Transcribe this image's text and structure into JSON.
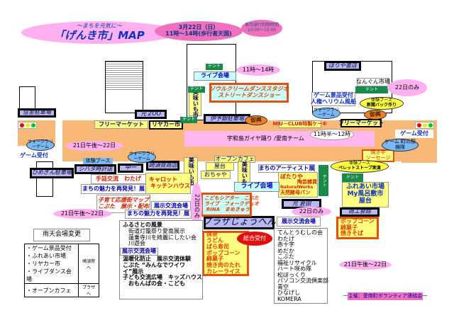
{
  "header": {
    "subtitle": "～まちを元気に～",
    "title": "「げんき市」MAP",
    "date": "3月22日（日）",
    "hours": "11時～14時(歩行者天国)",
    "restrict_label": "車両通行制限時間",
    "restrict_hours": "10:00～15:00"
  },
  "buildings": {
    "shinkin": "信金駐車場",
    "zoo": "元 ZOO",
    "iyogin": "伊予銀駐車場",
    "horiya": "ほりや書店",
    "himegin": "ひめぎん駐車場",
    "shibata": "シバタ時計店",
    "nakaichi": "中一",
    "sakisuga": "崎須賀商店",
    "kurata": "元 倉田",
    "shoko": "商工会館",
    "plaza": "プラザじょうへん"
  },
  "stalls": {
    "flea1": "フリーマーケット",
    "riyaka": "リヤカー市",
    "flea2": "フリーマーケット",
    "hiu": "HIU－CLUB特製ケーキ",
    "cafe": "オープンカフェ",
    "yatai": "屋台",
    "ochaya": "おちゃや",
    "umai": "美味いも市",
    "artist": "まちのアーティスト展",
    "botariya": "ぼたりや",
    "tougei": "陶芸雑貨",
    "natural": "NaturalWorks",
    "tennen": "天然酵母パン",
    "fureai1": "ふれあい市場",
    "fureai2": "My風呂敷市",
    "fureai3": "屋台",
    "carrot1": "キャロット",
    "carrot2": "キッチンハウス",
    "game_horiya1": "ゲーム景品受付",
    "game_horiya2": "人権ヘリウム風船",
    "nangun": "なんぐん市場",
    "live1": "ライブ会場",
    "live2": "ライブ会場",
    "soul1": "ソウルクリームダンススタジオ",
    "soul2": "ストリートダンスショー",
    "kodomo1": "こどもシアター　こぶた",
    "kodomo2": "ライブ　フォークデュオ",
    "kodomo3": "RINA　まめきゅう",
    "yakiimo1": "焼き芋",
    "yakiimo2": "ソーセージ",
    "popcorn": [
      "ポップコーン",
      "綿菓子",
      "焼きそば"
    ],
    "food": [
      "抹茶",
      "うどん",
      "ばら寿司",
      "ポップコーン",
      "綿菓子",
      "焼き肉のたれ",
      "カレーライス"
    ],
    "shuwa": "手話交流　わたげ",
    "miryoku1": "まちの魅力を再発見！展",
    "kosodate1": "子育て応援街マップ",
    "kosodate2": "こぶた　展示・配布",
    "tenji1": "展示交流会場",
    "miryoku2": "まちの魅力を再発見！展",
    "tenji2": "展示交流会場",
    "tenji3": "展示交流会場",
    "game_left": "ゲーム受付",
    "game_right": "ゲーム受付",
    "walk": "ウォークラリーゲーム",
    "tanken": "ゲーム 町の探検隊",
    "mikoshi": "御輿",
    "taiken_label": "体験ブース",
    "shinbun": "新聞バック作り",
    "pellet": "ペレットストーブ実演",
    "tent": "テント",
    "sogo": "総合受付"
  },
  "road": {
    "gaiya": "宇和島ガイヤ踊り /愛南チーム"
  },
  "clouds": {
    "c1": "11時～14時",
    "c2": "22日のみ",
    "c3": "11時半～12時",
    "c4": "21日午後～22日",
    "c5": "21日午後～22日",
    "c6": "22日のみ",
    "c7": "22日のみ",
    "c8": "21日午後～22日"
  },
  "rain": {
    "title": "雨天会場変更",
    "rows": [
      {
        "items": [
          "・ゲーム景品受付",
          "・ふれあい市場",
          "・リヤカー市",
          "・ライブダンス会場"
        ],
        "dest": "崎須賀へ"
      },
      {
        "items": [
          "・オープンカフェ"
        ],
        "dest": "プラザへ"
      }
    ]
  },
  "list_left": [
    "ふるさとの風景",
    "　街道灯籠祭り愛南展示",
    "　蓮乗寺川を綺麗にしたい会",
    "　川遊会"
  ],
  "list_left2": [
    "温暖化防止　展示交流体験",
    "こぶた “みんなでワイワイ”展示",
    "子ども交流広場　キッズハウス",
    "　おもんばの会・こども"
  ],
  "list_right": [
    "てんとうむしの会",
    "わたげ",
    "赤十字",
    "めだか",
    "こぶた",
    "福祉リサイクル",
    "ハート咲め隊",
    "松ぼっくり",
    "パソコン交流倶楽部",
    "青空",
    "ひなげし",
    "KOMERA"
  ],
  "footer": "一主催：愛南町ボランティア連絡会一",
  "colors": {
    "road": "#f8b878",
    "pink": "#ffb0f0",
    "building": "#b8b8f0",
    "stall": "#ffff80"
  }
}
